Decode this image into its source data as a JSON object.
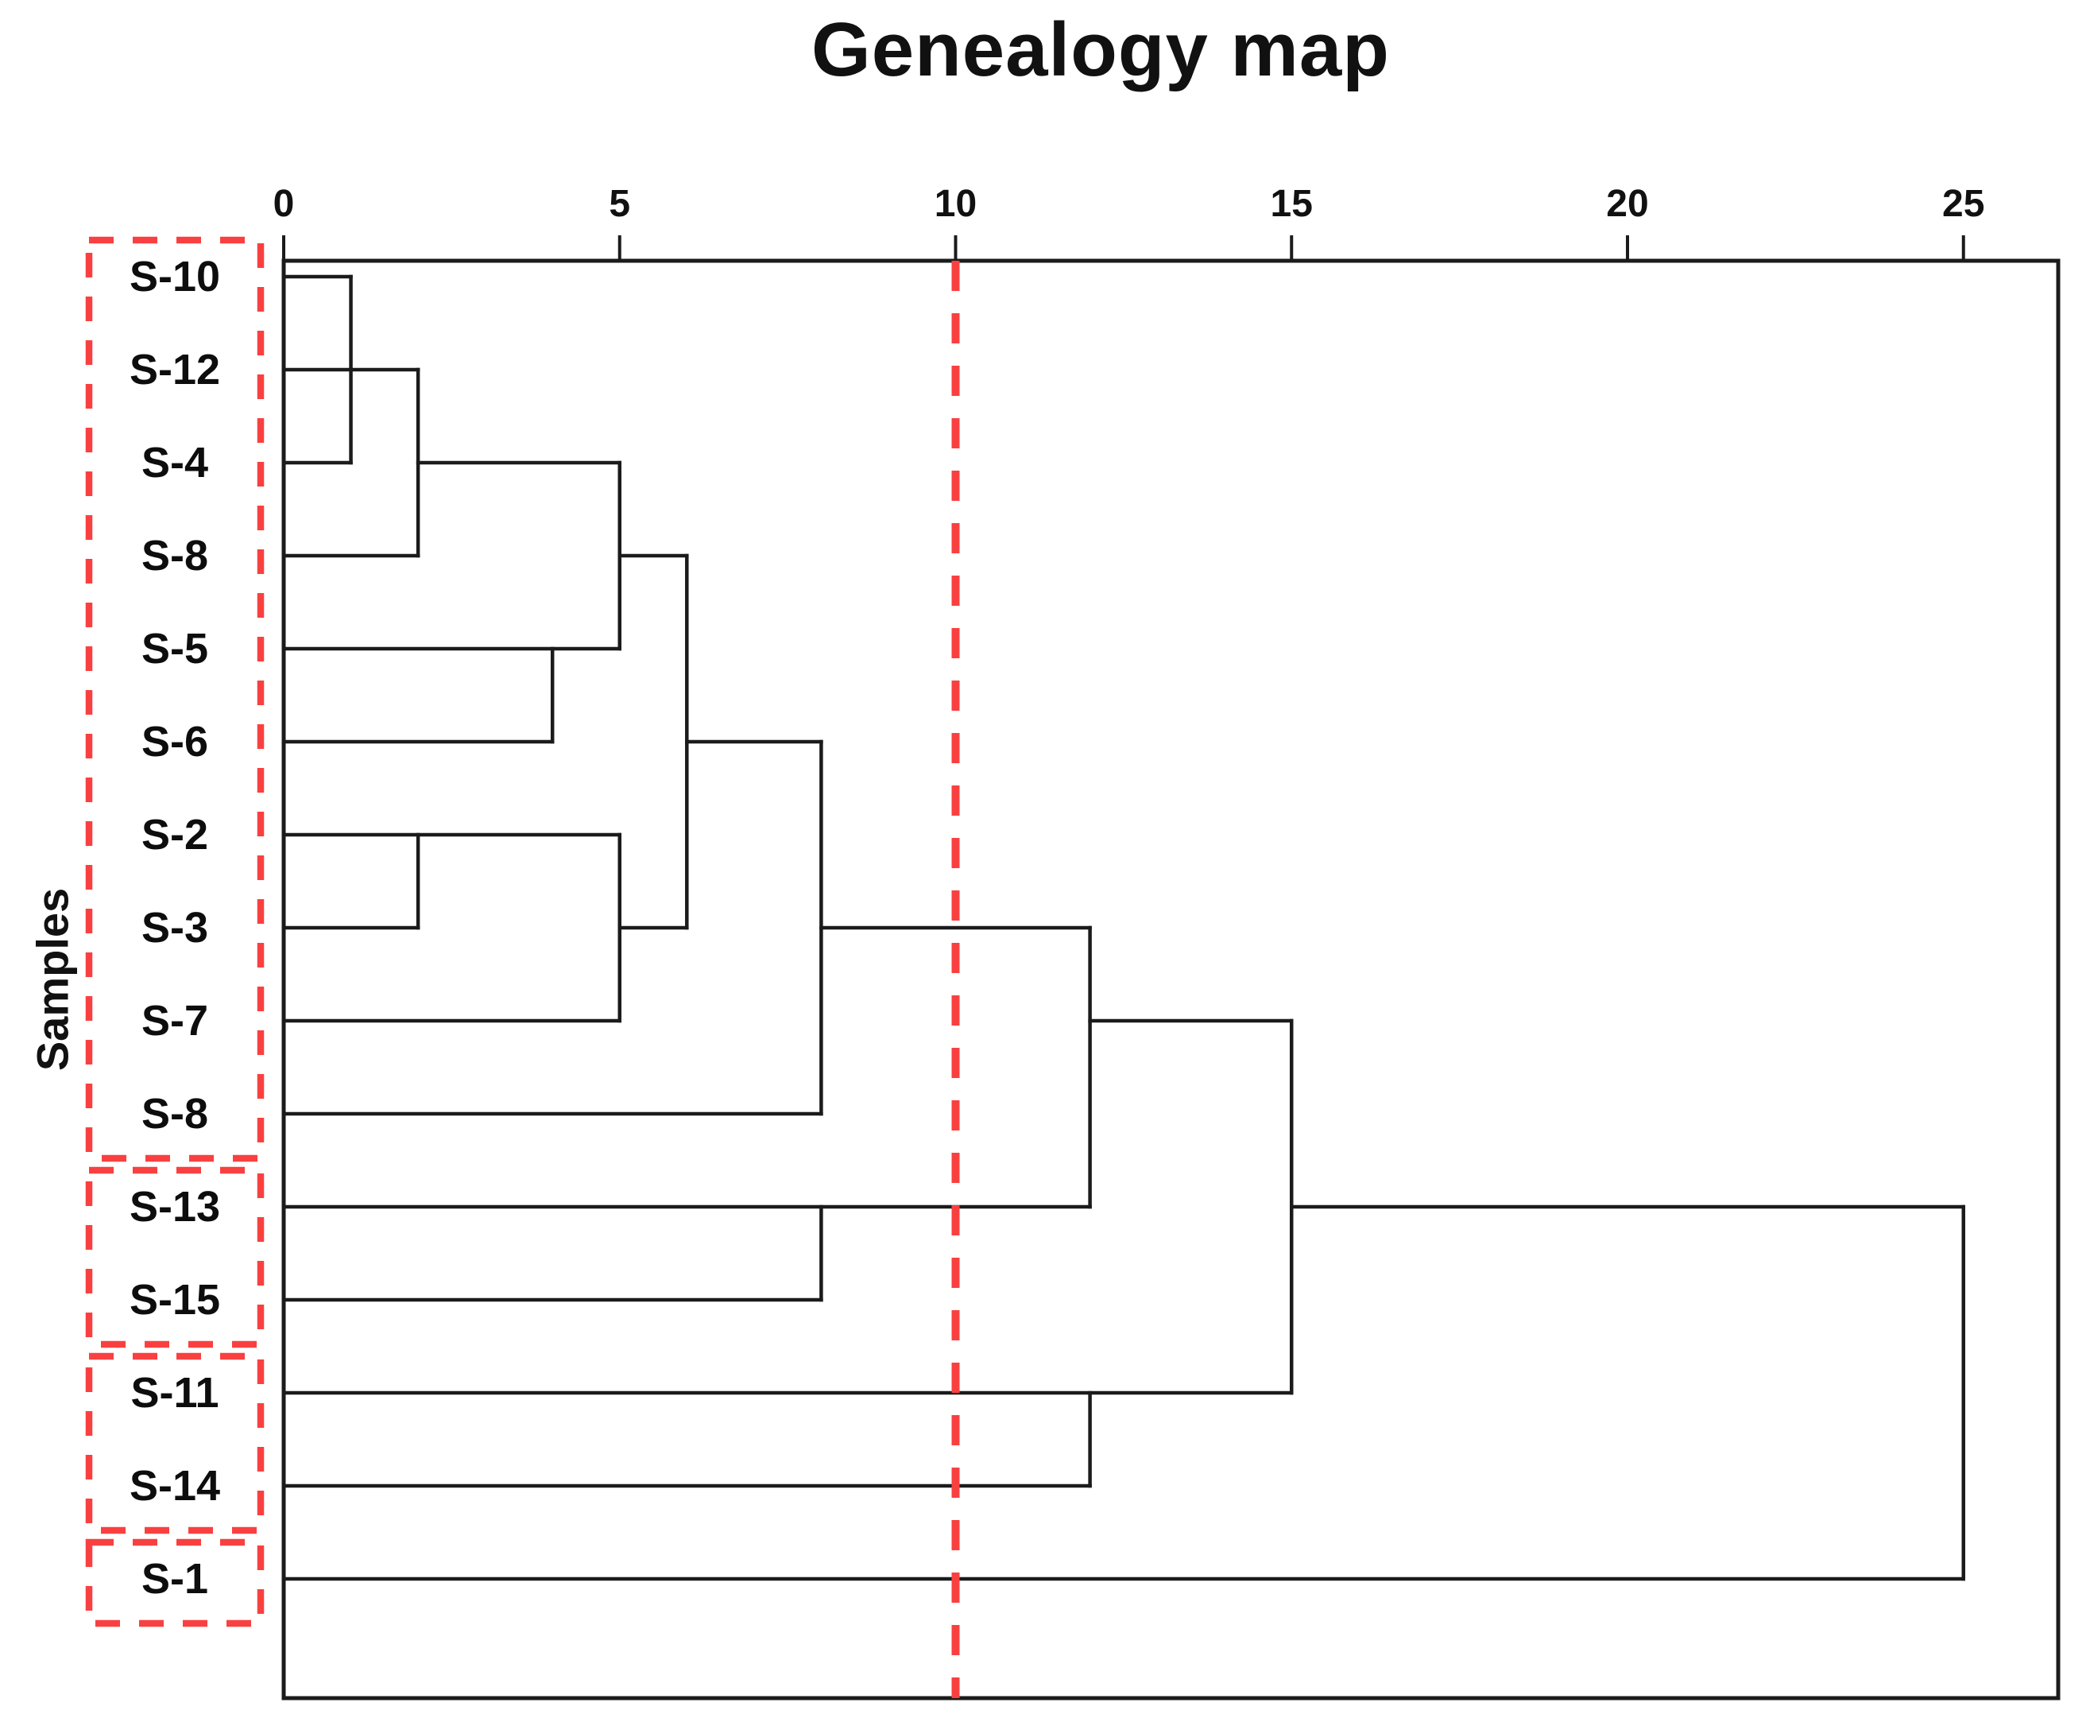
{
  "title": "Genealogy map",
  "y_axis_label": "Samples",
  "chart_data": {
    "type": "dendrogram",
    "title": "Genealogy map",
    "ylabel": "Samples",
    "orientation": "horizontal, leaves at left, root at right",
    "x_axis": {
      "position": "top",
      "ticks": [
        0,
        5,
        10,
        15,
        20,
        25
      ],
      "range": [
        0,
        26.4
      ],
      "grid": false
    },
    "threshold_line": {
      "value": 10,
      "style": "dashed",
      "color": "#f94040"
    },
    "leaves": [
      {
        "row": 1,
        "label": "S-10"
      },
      {
        "row": 2,
        "label": "S-12"
      },
      {
        "row": 3,
        "label": "S-4"
      },
      {
        "row": 4,
        "label": "S-8"
      },
      {
        "row": 5,
        "label": "S-5"
      },
      {
        "row": 6,
        "label": "S-6"
      },
      {
        "row": 7,
        "label": "S-2"
      },
      {
        "row": 8,
        "label": "S-3"
      },
      {
        "row": 9,
        "label": "S-7"
      },
      {
        "row": 10,
        "label": "S-8"
      },
      {
        "row": 11,
        "label": "S-13"
      },
      {
        "row": 12,
        "label": "S-15"
      },
      {
        "row": 13,
        "label": "S-11"
      },
      {
        "row": 14,
        "label": "S-14"
      },
      {
        "row": 15,
        "label": "S-1"
      }
    ],
    "h_segments": [
      {
        "row": 1,
        "d1": 0,
        "d2": 1,
        "note": "S-10 leaf line"
      },
      {
        "row": 2,
        "d1": 0,
        "d2": 2,
        "note": "S-12 leaf line"
      },
      {
        "row": 3,
        "d1": 0,
        "d2": 1,
        "note": "S-4 leaf line"
      },
      {
        "row": 3,
        "d1": 2,
        "d2": 5,
        "note": "cluster link"
      },
      {
        "row": 4,
        "d1": 0,
        "d2": 2,
        "note": "S-8 leaf line"
      },
      {
        "row": 4,
        "d1": 5,
        "d2": 6,
        "note": "cluster link"
      },
      {
        "row": 5,
        "d1": 0,
        "d2": 5,
        "note": "S-5 leaf line"
      },
      {
        "row": 6,
        "d1": 0,
        "d2": 4,
        "note": "S-6 leaf line"
      },
      {
        "row": 6,
        "d1": 6,
        "d2": 8,
        "note": "cluster link"
      },
      {
        "row": 7,
        "d1": 0,
        "d2": 5,
        "note": "S-2 leaf line"
      },
      {
        "row": 8,
        "d1": 0,
        "d2": 2,
        "note": "S-3 leaf line"
      },
      {
        "row": 8,
        "d1": 5,
        "d2": 6,
        "note": "cluster link"
      },
      {
        "row": 8,
        "d1": 8,
        "d2": 12,
        "note": "cluster link"
      },
      {
        "row": 9,
        "d1": 0,
        "d2": 5,
        "note": "S-7 leaf line"
      },
      {
        "row": 9,
        "d1": 12,
        "d2": 15,
        "note": "cluster link"
      },
      {
        "row": 10,
        "d1": 0,
        "d2": 8,
        "note": "S-8 leaf line"
      },
      {
        "row": 11,
        "d1": 0,
        "d2": 12,
        "note": "S-13 leaf line"
      },
      {
        "row": 11,
        "d1": 15,
        "d2": 25,
        "note": "link to root"
      },
      {
        "row": 12,
        "d1": 0,
        "d2": 8,
        "note": "S-15 leaf line"
      },
      {
        "row": 13,
        "d1": 0,
        "d2": 15,
        "note": "S-11 leaf line"
      },
      {
        "row": 14,
        "d1": 0,
        "d2": 12,
        "note": "S-14 leaf line"
      },
      {
        "row": 15,
        "d1": 0,
        "d2": 25,
        "note": "S-1 leaf line to root"
      }
    ],
    "v_segments": [
      {
        "d": 1,
        "row1": 1,
        "row2": 3
      },
      {
        "d": 2,
        "row1": 2,
        "row2": 4
      },
      {
        "d": 2,
        "row1": 7,
        "row2": 8
      },
      {
        "d": 4,
        "row1": 5,
        "row2": 6
      },
      {
        "d": 5,
        "row1": 3,
        "row2": 5
      },
      {
        "d": 5,
        "row1": 7,
        "row2": 9
      },
      {
        "d": 6,
        "row1": 4,
        "row2": 8
      },
      {
        "d": 8,
        "row1": 6,
        "row2": 10
      },
      {
        "d": 8,
        "row1": 11,
        "row2": 12
      },
      {
        "d": 12,
        "row1": 8,
        "row2": 11
      },
      {
        "d": 12,
        "row1": 13,
        "row2": 14
      },
      {
        "d": 15,
        "row1": 9,
        "row2": 13
      },
      {
        "d": 25,
        "row1": 11,
        "row2": 15,
        "note": "root"
      }
    ],
    "cluster_boxes": [
      {
        "rows": [
          1,
          10
        ],
        "members": [
          "S-10",
          "S-12",
          "S-4",
          "S-8",
          "S-5",
          "S-6",
          "S-2",
          "S-3",
          "S-7",
          "S-8"
        ]
      },
      {
        "rows": [
          11,
          12
        ],
        "members": [
          "S-13",
          "S-15"
        ]
      },
      {
        "rows": [
          13,
          14
        ],
        "members": [
          "S-11",
          "S-14"
        ]
      },
      {
        "rows": [
          15,
          15
        ],
        "members": [
          "S-1"
        ]
      }
    ],
    "colors": {
      "line": "#1b1b1b",
      "red": "#f94040",
      "background": "#ffffff"
    }
  }
}
